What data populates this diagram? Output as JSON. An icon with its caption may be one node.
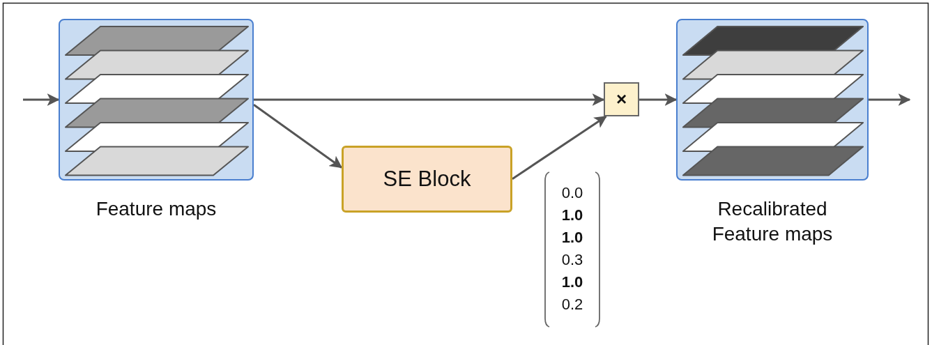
{
  "diagram": {
    "nodes": [
      {
        "text": [
          "Feature maps"
        ]
      },
      {
        "text": [
          "SE Block"
        ]
      },
      {
        "text": [
          "×"
        ]
      },
      {
        "text": [
          "Recalibrated Feature maps"
        ]
      }
    ],
    "edges": [
      {
        "from": null,
        "to": 0,
        "arrow": "to"
      },
      {
        "from": 0,
        "to": 2,
        "arrow": "to"
      },
      {
        "from": 0,
        "to": 1,
        "arrow": "to"
      },
      {
        "from": 1,
        "to": 2,
        "arrow": "to"
      },
      {
        "from": 2,
        "to": 3,
        "arrow": "to"
      },
      {
        "from": 3,
        "to": null,
        "arrow": "to"
      }
    ],
    "labels": [
      "0.0",
      "**1.0**",
      "**1.0**",
      "0.3",
      "**1.0**",
      "0.2"
    ]
  }
}
